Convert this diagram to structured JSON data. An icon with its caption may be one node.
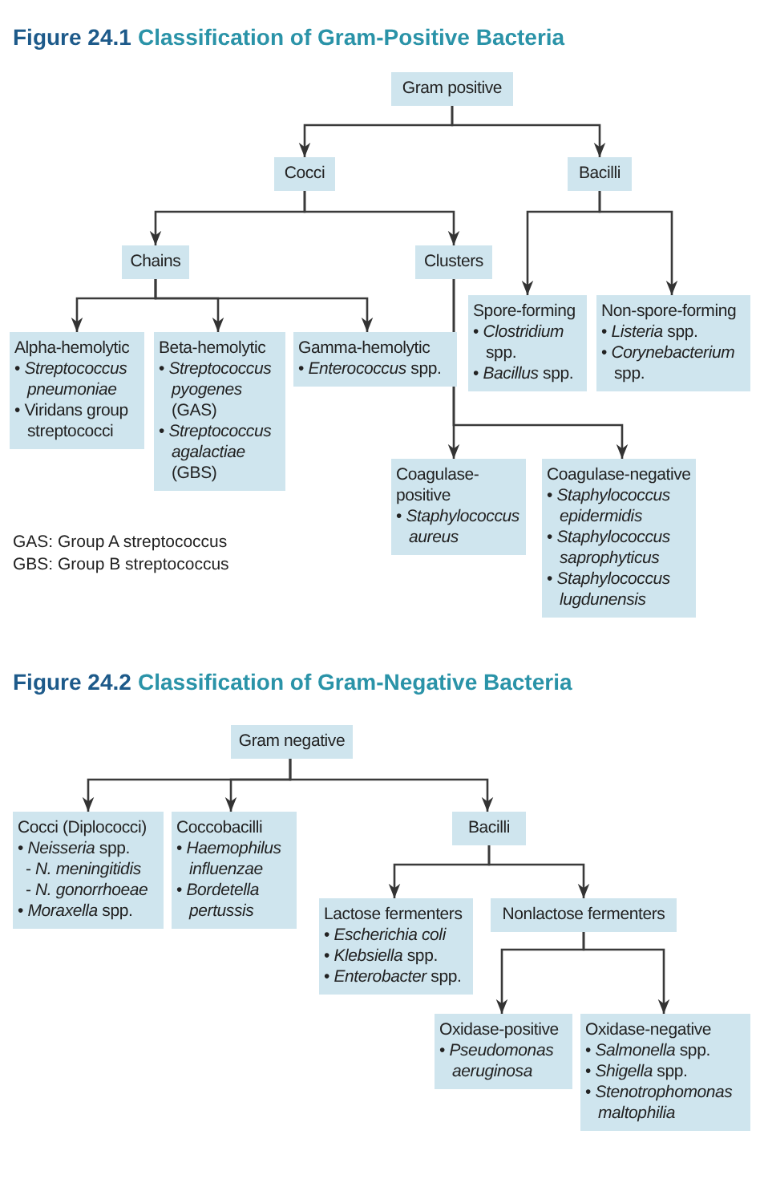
{
  "diagram": {
    "nodes": [
      {
        "text": [
          "Gram positive"
        ]
      },
      {
        "text": [
          "Cocci"
        ]
      },
      {
        "text": [
          "Bacilli"
        ]
      },
      {
        "text": [
          "Chains"
        ]
      },
      {
        "text": [
          "Clusters"
        ]
      },
      {
        "text": [
          "Spore-forming",
          "• *Clostridium* spp.",
          "• *Bacillus* spp."
        ]
      },
      {
        "text": [
          "Non-spore-forming",
          "• *Listeria* spp.",
          "• *Corynebacterium* spp."
        ]
      },
      {
        "text": [
          "Alpha-hemolytic",
          "• *Streptococcus pneumoniae*",
          "• Viridans group streptococci"
        ]
      },
      {
        "text": [
          "Beta-hemolytic",
          "• *Streptococcus pyogenes* (GAS)",
          "• *Streptococcus agalactiae* (GBS)"
        ]
      },
      {
        "text": [
          "Gamma-hemolytic",
          "• *Enterococcus* spp."
        ]
      },
      {
        "text": [
          "Coagulase-positive",
          "• *Staphylococcus aureus*"
        ]
      },
      {
        "text": [
          "Coagulase-negative",
          "• *Staphylococcus epidermidis*",
          "• *Staphylococcus saprophyticus*",
          "• *Staphylococcus lugdunensis*"
        ]
      },
      {
        "text": [
          "Gram negative"
        ]
      },
      {
        "text": [
          "Cocci (Diplococci)",
          "• *Neisseria* spp.",
          "- *N. meningitidis*",
          "- *N. gonorrhoeae*",
          "• *Moraxella* spp."
        ]
      },
      {
        "text": [
          "Coccobacilli",
          "• *Haemophilus influenzae*",
          "• *Bordetella pertussis*"
        ]
      },
      {
        "text": [
          "Bacilli"
        ]
      },
      {
        "text": [
          "Lactose fermenters",
          "• *Escherichia coli*",
          "• *Klebsiella* spp.",
          "• *Enterobacter* spp."
        ]
      },
      {
        "text": [
          "Nonlactose fermenters"
        ]
      },
      {
        "text": [
          "Oxidase-positive",
          "• *Pseudomonas aeruginosa*"
        ]
      },
      {
        "text": [
          "Oxidase-negative",
          "• *Salmonella* spp.",
          "• *Shigella* spp.",
          "• *Stenotrophomonas maltophilia*"
        ]
      }
    ],
    "edges": [
      {
        "from": 0,
        "to": 1,
        "arrow": "to"
      },
      {
        "from": 0,
        "to": 2,
        "arrow": "to"
      },
      {
        "from": 1,
        "to": 3,
        "arrow": "to"
      },
      {
        "from": 1,
        "to": 4,
        "arrow": "to"
      },
      {
        "from": 2,
        "to": 5,
        "arrow": "to"
      },
      {
        "from": 2,
        "to": 6,
        "arrow": "to"
      },
      {
        "from": 3,
        "to": 7,
        "arrow": "to"
      },
      {
        "from": 3,
        "to": 8,
        "arrow": "to"
      },
      {
        "from": 3,
        "to": 9,
        "arrow": "to"
      },
      {
        "from": 4,
        "to": 10,
        "arrow": "to"
      },
      {
        "from": 4,
        "to": 11,
        "arrow": "to"
      },
      {
        "from": 12,
        "to": 13,
        "arrow": "to"
      },
      {
        "from": 12,
        "to": 14,
        "arrow": "to"
      },
      {
        "from": 12,
        "to": 15,
        "arrow": "to"
      },
      {
        "from": 15,
        "to": 16,
        "arrow": "to"
      },
      {
        "from": 15,
        "to": 17,
        "arrow": "to"
      },
      {
        "from": 17,
        "to": 18,
        "arrow": "to"
      },
      {
        "from": 17,
        "to": 19,
        "arrow": "to"
      }
    ],
    "labels": [
      "Figure 24.1",
      "Classification of Gram-Positive Bacteria",
      "GAS: Group A streptococcus",
      "GBS: Group B streptococcus",
      "Figure 24.2",
      "Classification of Gram-Negative Bacteria"
    ]
  }
}
